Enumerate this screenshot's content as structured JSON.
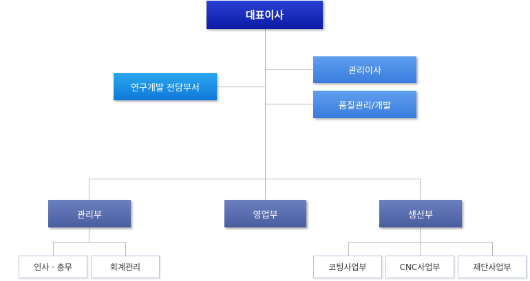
{
  "chart": {
    "ceo": "대표이사",
    "rnd": "연구개발 전담부서",
    "executives": [
      "관리이사",
      "품질관리/개발"
    ],
    "departments": [
      "관리부",
      "영업부",
      "생산부"
    ],
    "management_teams": [
      "인사 · 총무",
      "회계관리"
    ],
    "production_teams": [
      "코팅사업부",
      "CNC사업부",
      "재단사업부"
    ]
  }
}
